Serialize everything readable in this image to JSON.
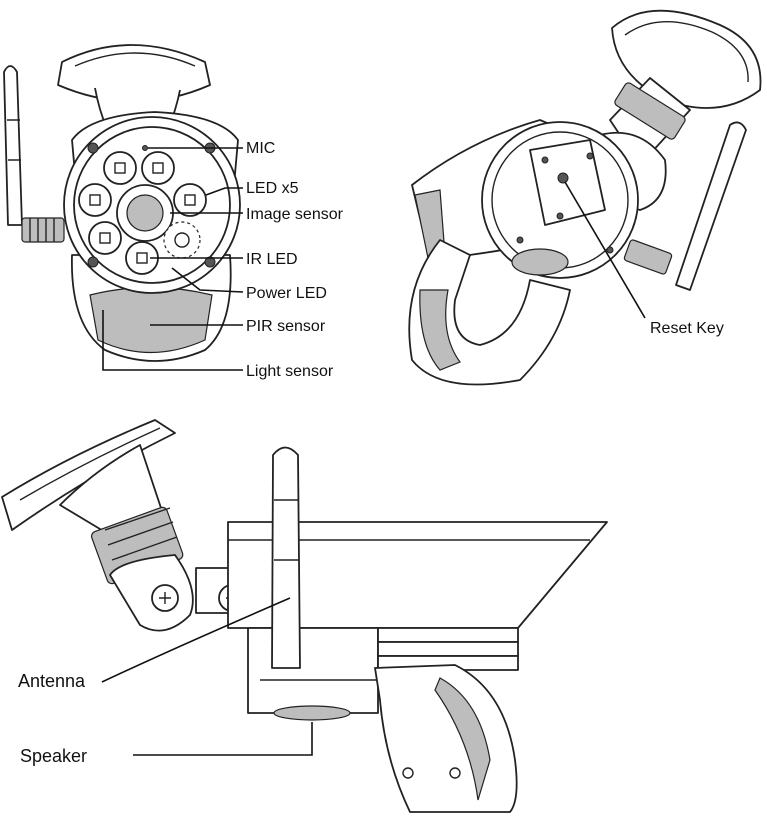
{
  "labels": {
    "mic": "MIC",
    "led": "LED x5",
    "image_sensor": "Image sensor",
    "ir_led": "IR LED",
    "power_led": "Power LED",
    "pir_sensor": "PIR sensor",
    "light_sensor": "Light sensor",
    "reset_key": "Reset Key",
    "antenna": "Antenna",
    "speaker": "Speaker"
  },
  "colors": {
    "line": "#111111",
    "shade": "#bdbdbd",
    "background": "#ffffff"
  }
}
